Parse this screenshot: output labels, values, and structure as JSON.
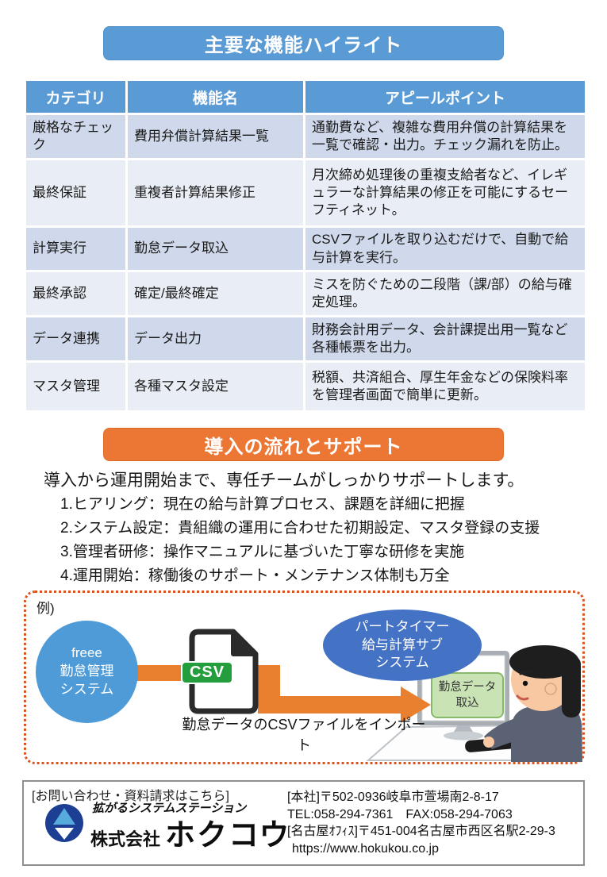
{
  "features": {
    "title": "主要な機能ハイライト"
  },
  "table": {
    "headers": [
      "カテゴリ",
      "機能名",
      "アピールポイント"
    ],
    "rows": [
      {
        "category": "厳格なチェック",
        "feature": "費用弁償計算結果一覧",
        "appeal": "通勤費など、複雑な費用弁償の計算結果を一覧で確認・出力。チェック漏れを防止。"
      },
      {
        "category": "最終保証",
        "feature": "重複者計算結果修正",
        "appeal": "月次締め処理後の重複支給者など、イレギュラーな計算結果の修正を可能にするセーフティネット。"
      },
      {
        "category": "計算実行",
        "feature": "勤怠データ取込",
        "appeal": "CSVファイルを取り込むだけで、自動で給与計算を実行。"
      },
      {
        "category": "最終承認",
        "feature": "確定/最終確定",
        "appeal": "ミスを防ぐための二段階（課/部）の給与確定処理。"
      },
      {
        "category": "データ連携",
        "feature": "データ出力",
        "appeal": "財務会計用データ、会計課提出用一覧など各種帳票を出力。"
      },
      {
        "category": "マスタ管理",
        "feature": "各種マスタ設定",
        "appeal": "税額、共済組合、厚生年金などの保険料率を管理者画面で簡単に更新。"
      }
    ]
  },
  "support": {
    "title": "導入の流れとサポート",
    "lead": "導入から運用開始まで、専任チームがしっかりサポートします。",
    "steps": [
      "1.ヒアリング：現在の給与計算プロセス、課題を詳細に把握",
      "2.システム設定：貴組織の運用に合わせた初期設定、マスタ登録の支援",
      "3.管理者研修：操作マニュアルに基づいた丁寧な研修を実施",
      "4.運用開始：稼働後のサポート・メンテナンス体制も万全"
    ]
  },
  "diagram": {
    "example_label": "例)",
    "source_system": {
      "lines": [
        "freee",
        "勤怠管理",
        "システム"
      ]
    },
    "csv_badge": "CSV",
    "caption": "勤怠データのCSVファイルをインポート",
    "target_system": {
      "lines": [
        "パートタイマー",
        "給与計算サブ",
        "システム"
      ]
    },
    "monitor_label": {
      "lines": [
        "勤怠データ",
        "取込"
      ]
    }
  },
  "footer": {
    "contact_label": "[お問い合わせ・資料請求はこちら]",
    "tagline": "拡がるシステムステーション",
    "company_prefix": "株式会社",
    "company_name": "ホクコウ",
    "address_lines": [
      "[本社]〒502-0936岐阜市萱場南2-8-17",
      "TEL:058-294-7361　FAX:058-294-7063",
      "[名古屋ｵﾌｨｽ]〒451-004名古屋市西区名駅2-29-3",
      "https://www.hokukou.co.jp"
    ]
  },
  "colors": {
    "blue_accent": "#5B9BD5",
    "orange_accent": "#EC7633",
    "table_band_dark": "#CFD9EB",
    "table_band_light": "#E9EDF5",
    "source_circle_blue": "#4E9BD8",
    "target_ellipse_blue": "#4472C4",
    "csv_green": "#249E3D",
    "arrow_orange": "#E8802F",
    "dotted_border_orange": "#D9531E"
  }
}
